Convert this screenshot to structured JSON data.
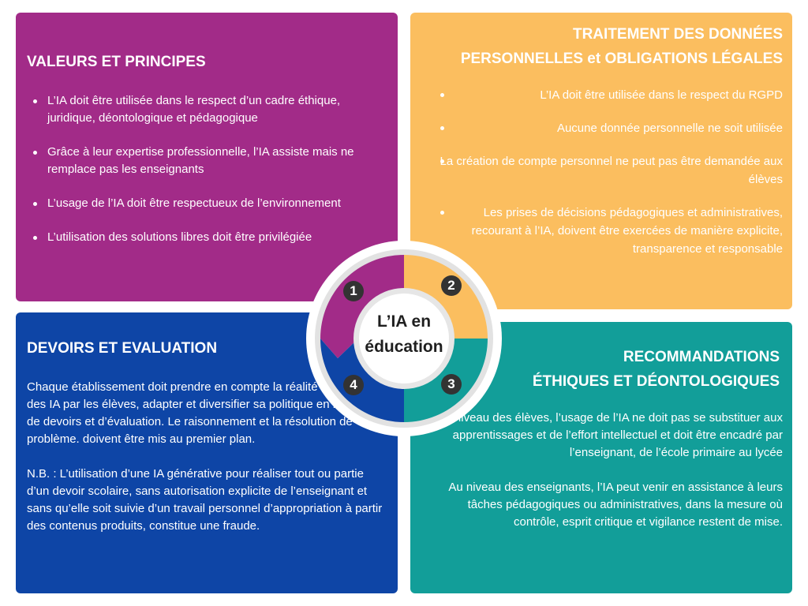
{
  "panels": {
    "valeurs": {
      "title": "VALEURS ET PRINCIPES",
      "color": "#a22b88",
      "items": [
        "L’IA doit être utilisée dans le respect d’un cadre éthique, juridique, déontologique et pédagogique",
        "Grâce à leur expertise professionnelle, l’IA assiste mais ne remplace pas les enseignants",
        "L’usage de l’IA doit être respectueux de l’environnement",
        "L’utilisation des solutions libres doit être privilégiée"
      ]
    },
    "donnees": {
      "title_line1": "TRAITEMENT DES DONNÉES",
      "title_line2": "PERSONNELLES et OBLIGATIONS LÉGALES",
      "color": "#fbbe5f",
      "items": [
        "L’IA doit être utilisée dans le respect du RGPD",
        "Aucune donnée personnelle ne soit utilisée",
        "La création de compte personnel ne peut pas être demandée aux élèves",
        "Les prises de décisions pédagogiques et administratives, recourant à l’IA, doivent être exercées de manière explicite, transparence et responsable"
      ]
    },
    "devoirs": {
      "title": "DEVOIRS ET EVALUATION",
      "color": "#0e45a6",
      "paragraph1": "Chaque établissement doit prendre en compte la réalité des usages des IA par les élèves, adapter et diversifier sa politique en matière de devoirs et d’évaluation. Le raisonnement et la résolution de problème. doivent être mis au premier plan.",
      "paragraph2": "N.B. : L’utilisation d’une IA générative pour réaliser tout ou partie d’un devoir scolaire, sans autorisation explicite de l’enseignant et sans qu’elle soit suivie d’un travail personnel d’appropriation à partir des contenus produits, constitue une fraude."
    },
    "recommandations": {
      "title_line1": "RECOMMANDATIONS",
      "title_line2": "ÉTHIQUES ET DÉONTOLOGIQUES",
      "color": "#129e99",
      "paragraph1": "Au niveau des élèves, l’usage de l’IA ne doit pas se substituer aux apprentissages et de l’effort intellectuel et doit être encadré par l’enseignant, de l’école primaire au lycée",
      "paragraph2": "Au niveau des enseignants, l’IA peut venir en assistance à leurs tâches pédagogiques ou administratives, dans la mesure où contrôle, esprit critique et vigilance restent de mise."
    }
  },
  "center": {
    "line1": "L’IA en",
    "line2": "éducation"
  },
  "badges": [
    "1",
    "2",
    "3",
    "4"
  ]
}
